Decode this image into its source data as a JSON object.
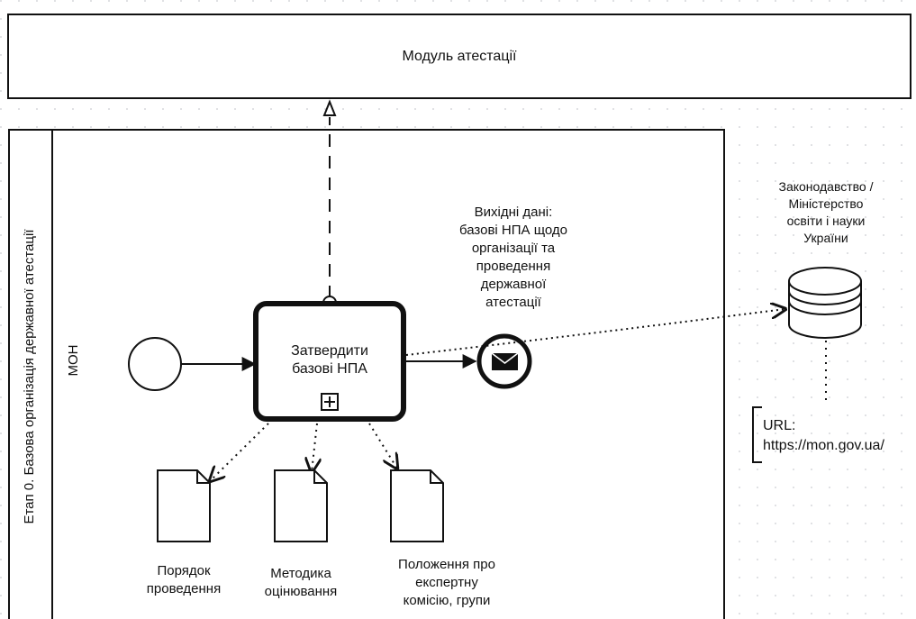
{
  "module": {
    "title": "Модуль атестації"
  },
  "pool": {
    "label": "Етап 0.  Базова організація державної атестації",
    "lane_label": "МОН"
  },
  "task": {
    "lines": [
      "Затвердити",
      "базові НПА"
    ]
  },
  "output_data": {
    "lines": [
      "Вихідні дані:",
      "базові НПА щодо",
      "організації та",
      "проведення",
      "державної",
      "атестації"
    ]
  },
  "datastore": {
    "lines": [
      "Законодавство /",
      "Міністерство",
      "освіти і науки",
      "України"
    ]
  },
  "annotation": {
    "lines": [
      "URL:",
      "https://mon.gov.ua/"
    ]
  },
  "documents": [
    {
      "lines": [
        "Порядок",
        "проведення"
      ]
    },
    {
      "lines": [
        "Методика",
        "оцінювання"
      ]
    },
    {
      "lines": [
        "Положення про",
        "експертну",
        "комісію, групи"
      ]
    }
  ],
  "icons": {
    "start_event": "start-event-circle-icon",
    "message_event": "envelope-icon",
    "subprocess_marker": "plus-box-icon",
    "data_store": "database-cylinder-icon",
    "document": "document-icon"
  }
}
